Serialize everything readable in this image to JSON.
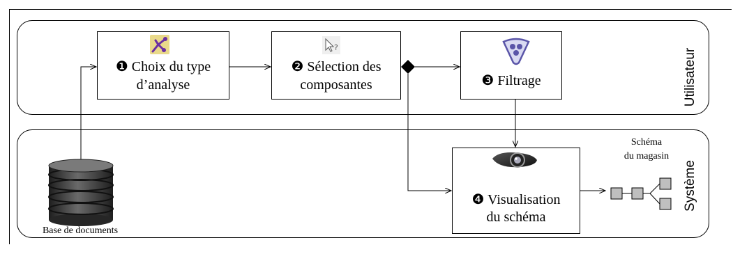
{
  "lanes": {
    "user": "Utilisateur",
    "system": "Système"
  },
  "steps": [
    {
      "num": "❶",
      "line1": "Choix du type",
      "line2": "d’analyse"
    },
    {
      "num": "❷",
      "line1": "Sélection des",
      "line2": "composantes"
    },
    {
      "num": "❸",
      "line1": "Filtrage"
    },
    {
      "num": "❹",
      "line1": "Visualisation",
      "line2": "du schéma"
    }
  ],
  "database": {
    "label": "Base de documents"
  },
  "schema": {
    "line1": "Schéma",
    "line2": "du magasin"
  },
  "colors": {
    "stroke": "#000000",
    "node_fill": "#bfbfbf",
    "db_dark": "#3a3a3a",
    "funnel": "#5a55a8"
  },
  "icons": [
    "analysis-type-icon",
    "cursor-help-icon",
    "funnel-icon",
    "projector-icon",
    "database-icon",
    "schema-tree-icon"
  ]
}
